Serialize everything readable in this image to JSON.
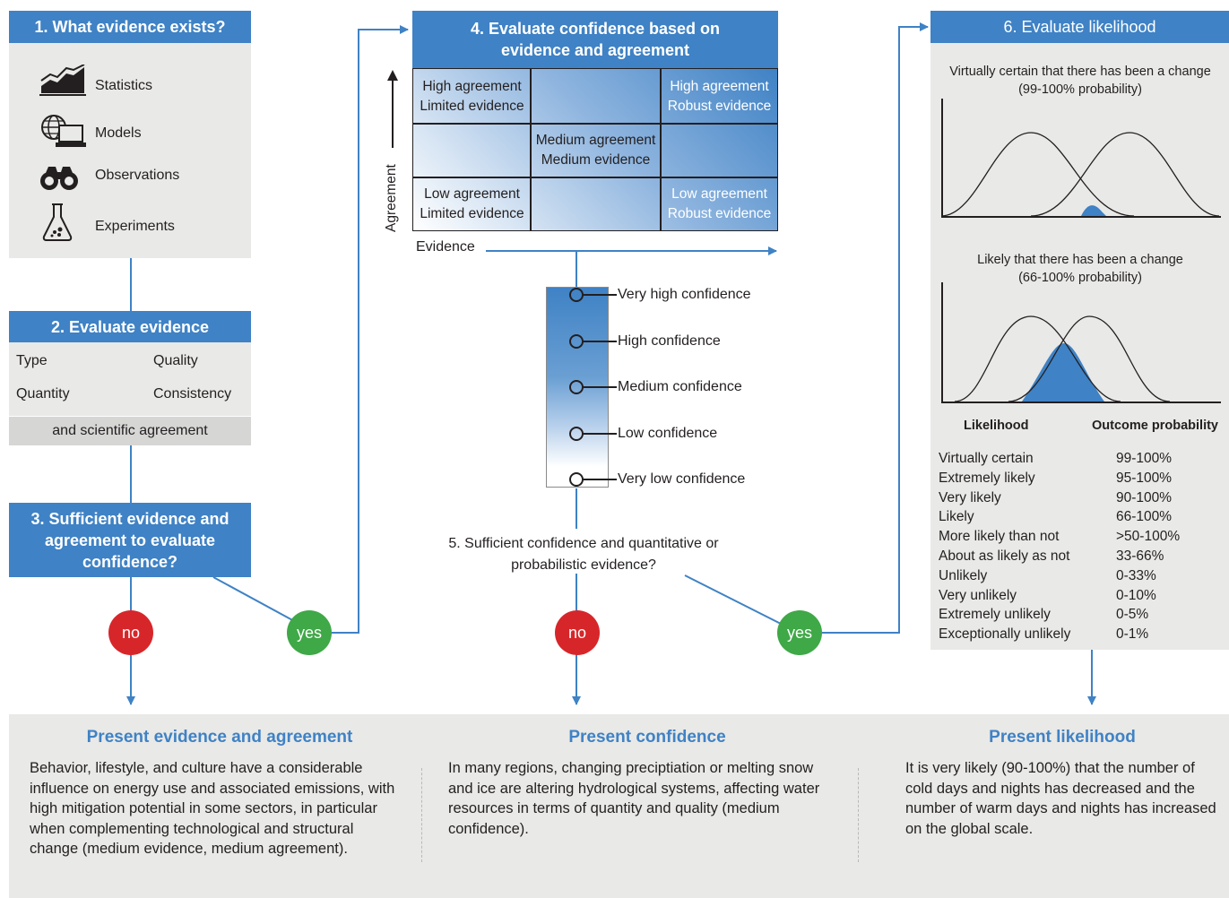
{
  "step1": {
    "title": "1. What evidence exists?",
    "items": [
      {
        "label": "Statistics",
        "icon": "chart-icon"
      },
      {
        "label": "Models",
        "icon": "globe-computer-icon"
      },
      {
        "label": "Observations",
        "icon": "binoculars-icon"
      },
      {
        "label": "Experiments",
        "icon": "flask-icon"
      }
    ]
  },
  "step2": {
    "title": "2. Evaluate evidence",
    "cells": [
      "Type",
      "Quality",
      "Quantity",
      "Consistency"
    ],
    "footer": "and scientific agreement"
  },
  "step3": {
    "title": "3. Sufficient evidence and agreement to evaluate confidence?"
  },
  "step4": {
    "title": "4. Evaluate confidence based on evidence and agreement",
    "y_axis": "Agreement",
    "x_axis": "Evidence",
    "cells": {
      "top_left": [
        "High agreement",
        "Limited evidence"
      ],
      "top_right": [
        "High agreement",
        "Robust evidence"
      ],
      "center": [
        "Medium agreement",
        "Medium evidence"
      ],
      "bottom_left": [
        "Low agreement",
        "Limited evidence"
      ],
      "bottom_right": [
        "Low agreement",
        "Robust evidence"
      ]
    }
  },
  "confidence_scale": [
    "Very high confidence",
    "High confidence",
    "Medium confidence",
    "Low confidence",
    "Very low confidence"
  ],
  "step5": {
    "question": "5. Sufficient confidence and quantitative or probabilistic evidence?"
  },
  "step6": {
    "title": "6. Evaluate likelihood",
    "curve1_caption": [
      "Virtually certain that there has been a change",
      "(99-100% probability)"
    ],
    "curve2_caption": [
      "Likely that there has been a change",
      "(66-100% probability)"
    ],
    "table_headers": [
      "Likelihood",
      "Outcome probability"
    ],
    "rows": [
      {
        "term": "Virtually certain",
        "prob": "99-100%"
      },
      {
        "term": "Extremely likely",
        "prob": "95-100%"
      },
      {
        "term": "Very likely",
        "prob": "90-100%"
      },
      {
        "term": "Likely",
        "prob": "66-100%"
      },
      {
        "term": "More likely than not",
        "prob": ">50-100%"
      },
      {
        "term": "About as likely as not",
        "prob": "33-66%"
      },
      {
        "term": "Unlikely",
        "prob": "0-33%"
      },
      {
        "term": "Very unlikely",
        "prob": "0-10%"
      },
      {
        "term": "Extremely unlikely",
        "prob": "0-5%"
      },
      {
        "term": "Exceptionally unlikely",
        "prob": "0-1%"
      }
    ]
  },
  "decisions": {
    "no": "no",
    "yes": "yes"
  },
  "present": [
    {
      "title": "Present evidence and agreement",
      "body": "Behavior, lifestyle, and culture have a considerable influence on energy use and associated emissions, with high mitigation potential in some sectors, in particular when complementing technological and structural change (medium evidence, medium agreement)."
    },
    {
      "title": "Present confidence",
      "body": "In many regions, changing preciptiation or melting snow and ice are altering hydrological systems, affecting water resources in terms of quantity and quality (medium confidence)."
    },
    {
      "title": "Present likelihood",
      "body": "It is very likely (90-100%) that the number of cold days and nights has decreased and the number of warm days and nights has increased on the global scale."
    }
  ],
  "colors": {
    "accent": "#3f82c5",
    "no": "#d7262a",
    "yes": "#3fa847",
    "panel": "#e9e9e7"
  }
}
